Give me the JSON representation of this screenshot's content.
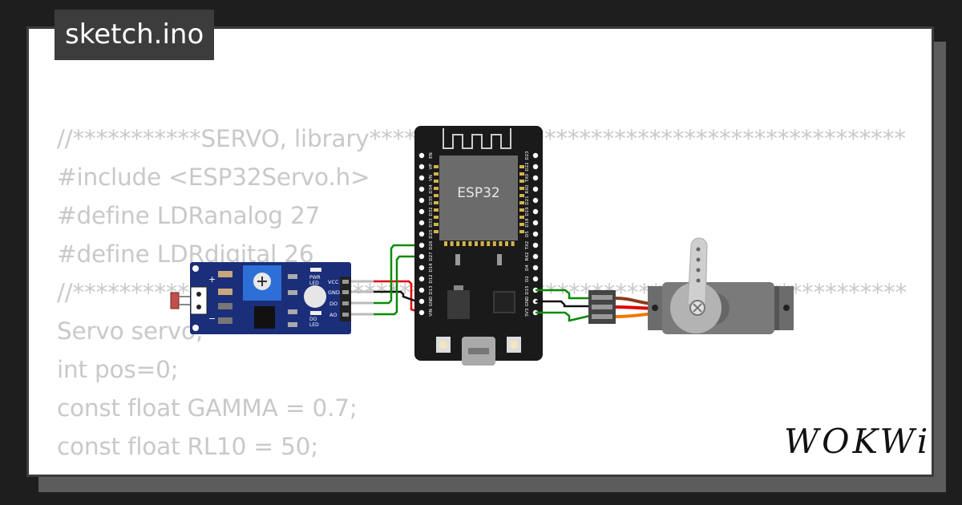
{
  "tab": {
    "filename": "sketch.ino"
  },
  "code_lines": [
    "//***********SERVO, library*****************************************************",
    "#include <ESP32Servo.h>",
    "#define LDRanalog 27",
    "#define LDRdigital 26",
    "//********************************kka************************************************",
    "Servo servo;",
    "int pos=0;",
    "const float GAMMA = 0.7;",
    "const float RL10 = 50;"
  ],
  "esp32": {
    "chip_label": "ESP32",
    "left_pins": [
      "EN",
      "VP",
      "VN",
      "D34",
      "D35",
      "D32",
      "D33",
      "D25",
      "D26",
      "D27",
      "D14",
      "D12",
      "D13",
      "GND",
      "VIN"
    ],
    "right_pins": [
      "D23",
      "D22",
      "TX0",
      "RX0",
      "D21",
      "D19",
      "D18",
      "D5",
      "TX2",
      "RX2",
      "D4",
      "D2",
      "D15",
      "GND",
      "3V3"
    ]
  },
  "ldr_module": {
    "pins": [
      "VCC",
      "GND",
      "DO",
      "AO"
    ],
    "plus_sign": "+",
    "minus_sign": "−",
    "pwr_led_label": [
      "PWR",
      "LED"
    ],
    "do_led_label": [
      "DO",
      "LED"
    ]
  },
  "brand": {
    "logo": "WOKWi"
  },
  "colors": {
    "board_black": "#1a1a1a",
    "ldr_board_blue": "#1b2e7a",
    "wire_green": "#0a8a0a",
    "wire_red": "#e00000",
    "wire_black": "#111111",
    "servo_orange": "#f07800",
    "servo_brown": "#8b3a1a"
  }
}
